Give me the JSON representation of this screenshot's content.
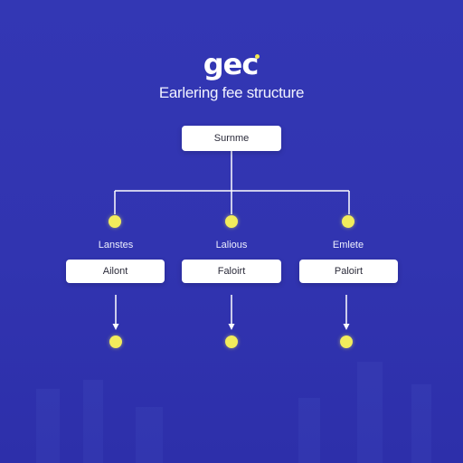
{
  "header": {
    "logo_text": "gec",
    "subtitle": "Earlering fee structure"
  },
  "root": {
    "label": "Surnme"
  },
  "branches": [
    {
      "label": "Lanstes",
      "box": "Ailont"
    },
    {
      "label": "Lalious",
      "box": "Faloirt"
    },
    {
      "label": "Emlete",
      "box": "Paloirt"
    }
  ],
  "colors": {
    "background": "#3236b2",
    "node": "#f2ec5c",
    "box": "#ffffff",
    "line": "#ffffff"
  }
}
